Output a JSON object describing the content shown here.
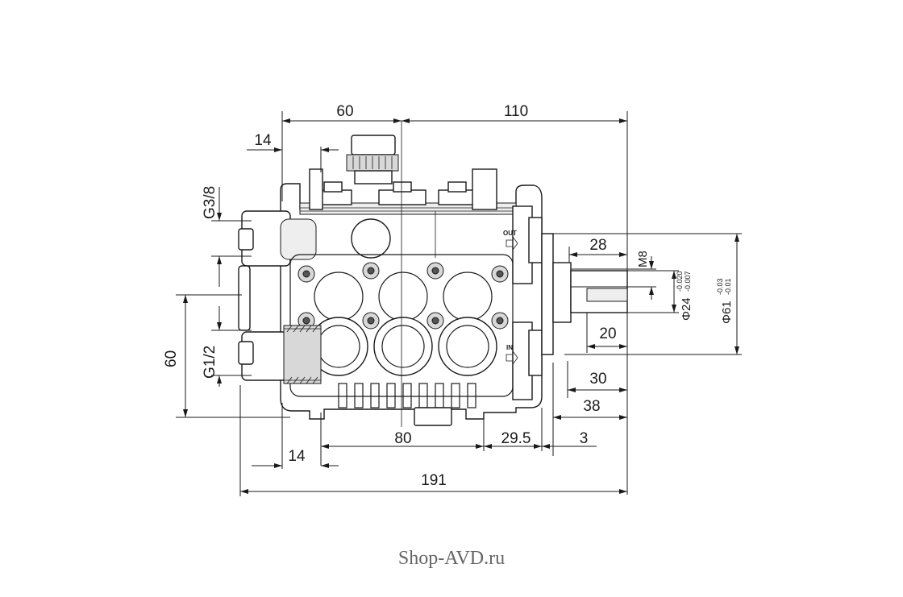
{
  "dimensions": {
    "top_left_width": "60",
    "top_right_width": "110",
    "inlet_offset_top": "14",
    "outlet_thread": "G3/8",
    "inlet_thread": "G1/2",
    "left_height": "60",
    "shaft_length": "28",
    "shaft_key_thread": "M8",
    "shaft_diameter": "Φ24",
    "shaft_diameter_tol_upper": "-0.020",
    "shaft_diameter_tol_lower": "-0.007",
    "flange_diameter": "Φ61",
    "flange_diameter_tol_upper": "-0.03",
    "flange_diameter_tol_lower": "-0.01",
    "key_length": "20",
    "right_30": "30",
    "right_38": "38",
    "bottom_80": "80",
    "bottom_29_5": "29.5",
    "bottom_3": "3",
    "inlet_offset_bottom": "14",
    "overall_length": "191"
  },
  "labels": {
    "out": "OUT",
    "in": "IN"
  },
  "watermark": "Shop-AVD.ru"
}
